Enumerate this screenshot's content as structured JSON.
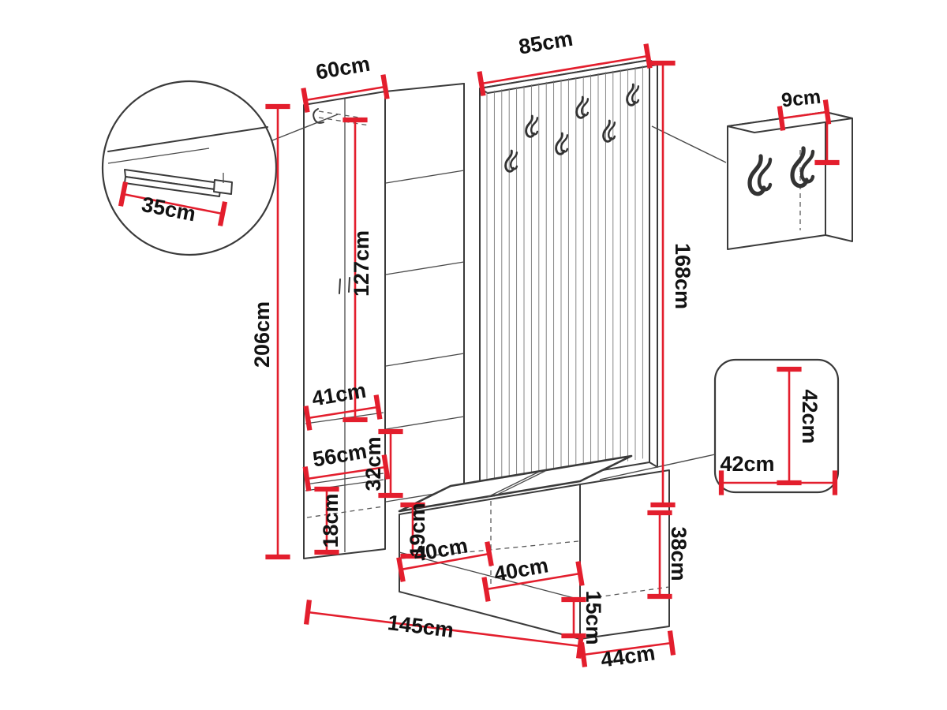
{
  "diagram": {
    "background_color": "#ffffff",
    "outline_color": "#3a3a3a",
    "dimension_color": "#e31e2d",
    "text_color": "#121212"
  },
  "main_unit": {
    "total_width": "145cm",
    "wardrobe": {
      "width": "60cm",
      "height": "206cm",
      "hanging_height": "127cm",
      "inner_width": "41cm",
      "lower_width": "56cm",
      "shelf_compartment_height": "32cm",
      "base_compartment_height": "18cm"
    },
    "coat_panel": {
      "width": "85cm",
      "height": "168cm"
    },
    "bench": {
      "height": "38cm",
      "inner_height": "19cm",
      "compartment_width_left": "40cm",
      "compartment_width_right": "40cm",
      "plinth_height": "15cm",
      "depth": "44cm"
    }
  },
  "callouts": {
    "rail_detail": {
      "rail_length": "35cm"
    },
    "hook_panel_detail": {
      "depth": "9cm"
    },
    "seat_detail": {
      "height": "42cm",
      "width": "42cm"
    }
  }
}
